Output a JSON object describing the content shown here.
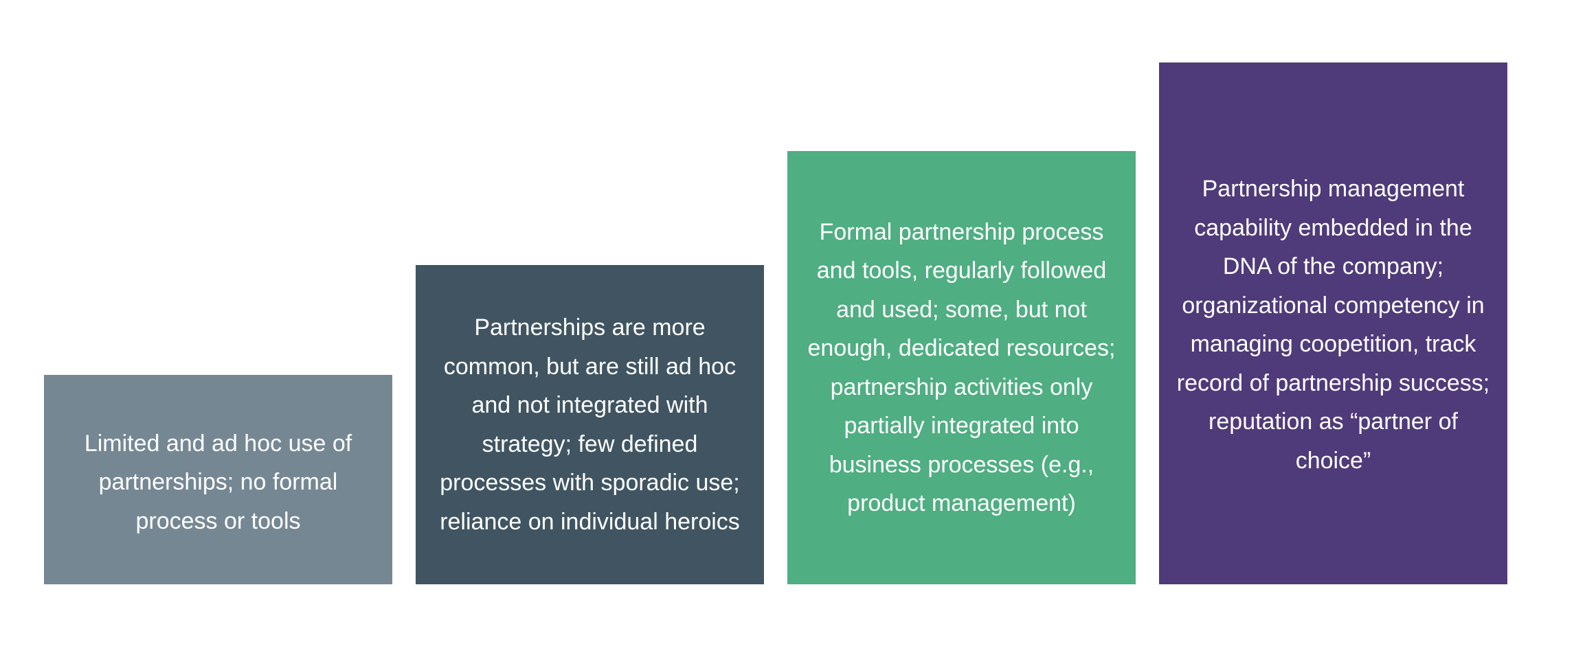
{
  "steps": [
    {
      "text": "Limited and ad hoc use of partnerships; no formal process or tools",
      "color": "#768794"
    },
    {
      "text": "Partnerships are more common, but are still ad hoc and not integrated with strategy; few defined processes with sporadic use; reliance on individual heroics",
      "color": "#405561"
    },
    {
      "text": "Formal partnership process and tools, regularly followed and used; some, but not enough, dedicated resources; partnership activities only partially integrated into business processes (e.g., product management)",
      "color": "#4fae82"
    },
    {
      "text": "Partnership management capability embedded in the DNA of the company; organizational competency in managing coopetition, track record of partnership success; reputation as “partner of choice”",
      "color": "#4f3a7a"
    }
  ]
}
